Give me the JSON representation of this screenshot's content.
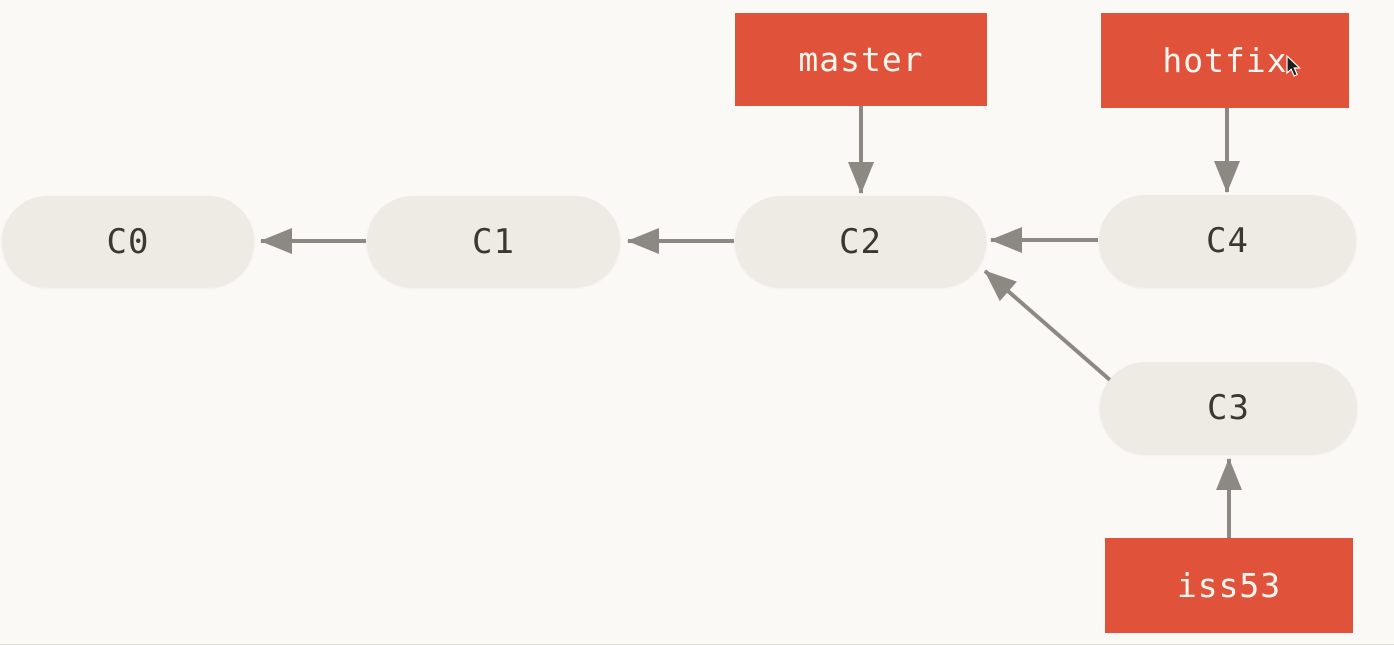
{
  "diagram": {
    "kind": "git-branch-diagram",
    "commits": [
      {
        "id": "C0",
        "label": "C0"
      },
      {
        "id": "C1",
        "label": "C1"
      },
      {
        "id": "C2",
        "label": "C2"
      },
      {
        "id": "C3",
        "label": "C3"
      },
      {
        "id": "C4",
        "label": "C4"
      }
    ],
    "branches": [
      {
        "id": "master",
        "label": "master",
        "points_to": "C2"
      },
      {
        "id": "hotfix",
        "label": "hotfix",
        "points_to": "C4"
      },
      {
        "id": "iss53",
        "label": "iss53",
        "points_to": "C3"
      }
    ],
    "edges": [
      {
        "from": "C1",
        "to": "C0"
      },
      {
        "from": "C2",
        "to": "C1"
      },
      {
        "from": "C4",
        "to": "C2"
      },
      {
        "from": "C3",
        "to": "C2"
      },
      {
        "from": "master",
        "to": "C2"
      },
      {
        "from": "hotfix",
        "to": "C4"
      },
      {
        "from": "iss53",
        "to": "C3"
      }
    ]
  },
  "colors": {
    "background": "#faf9f5",
    "commit_fill": "#eeebe4",
    "commit_text": "#3b3832",
    "branch_fill": "#e0523a",
    "branch_text": "#f7f5f0",
    "arrow": "#8c8882"
  }
}
